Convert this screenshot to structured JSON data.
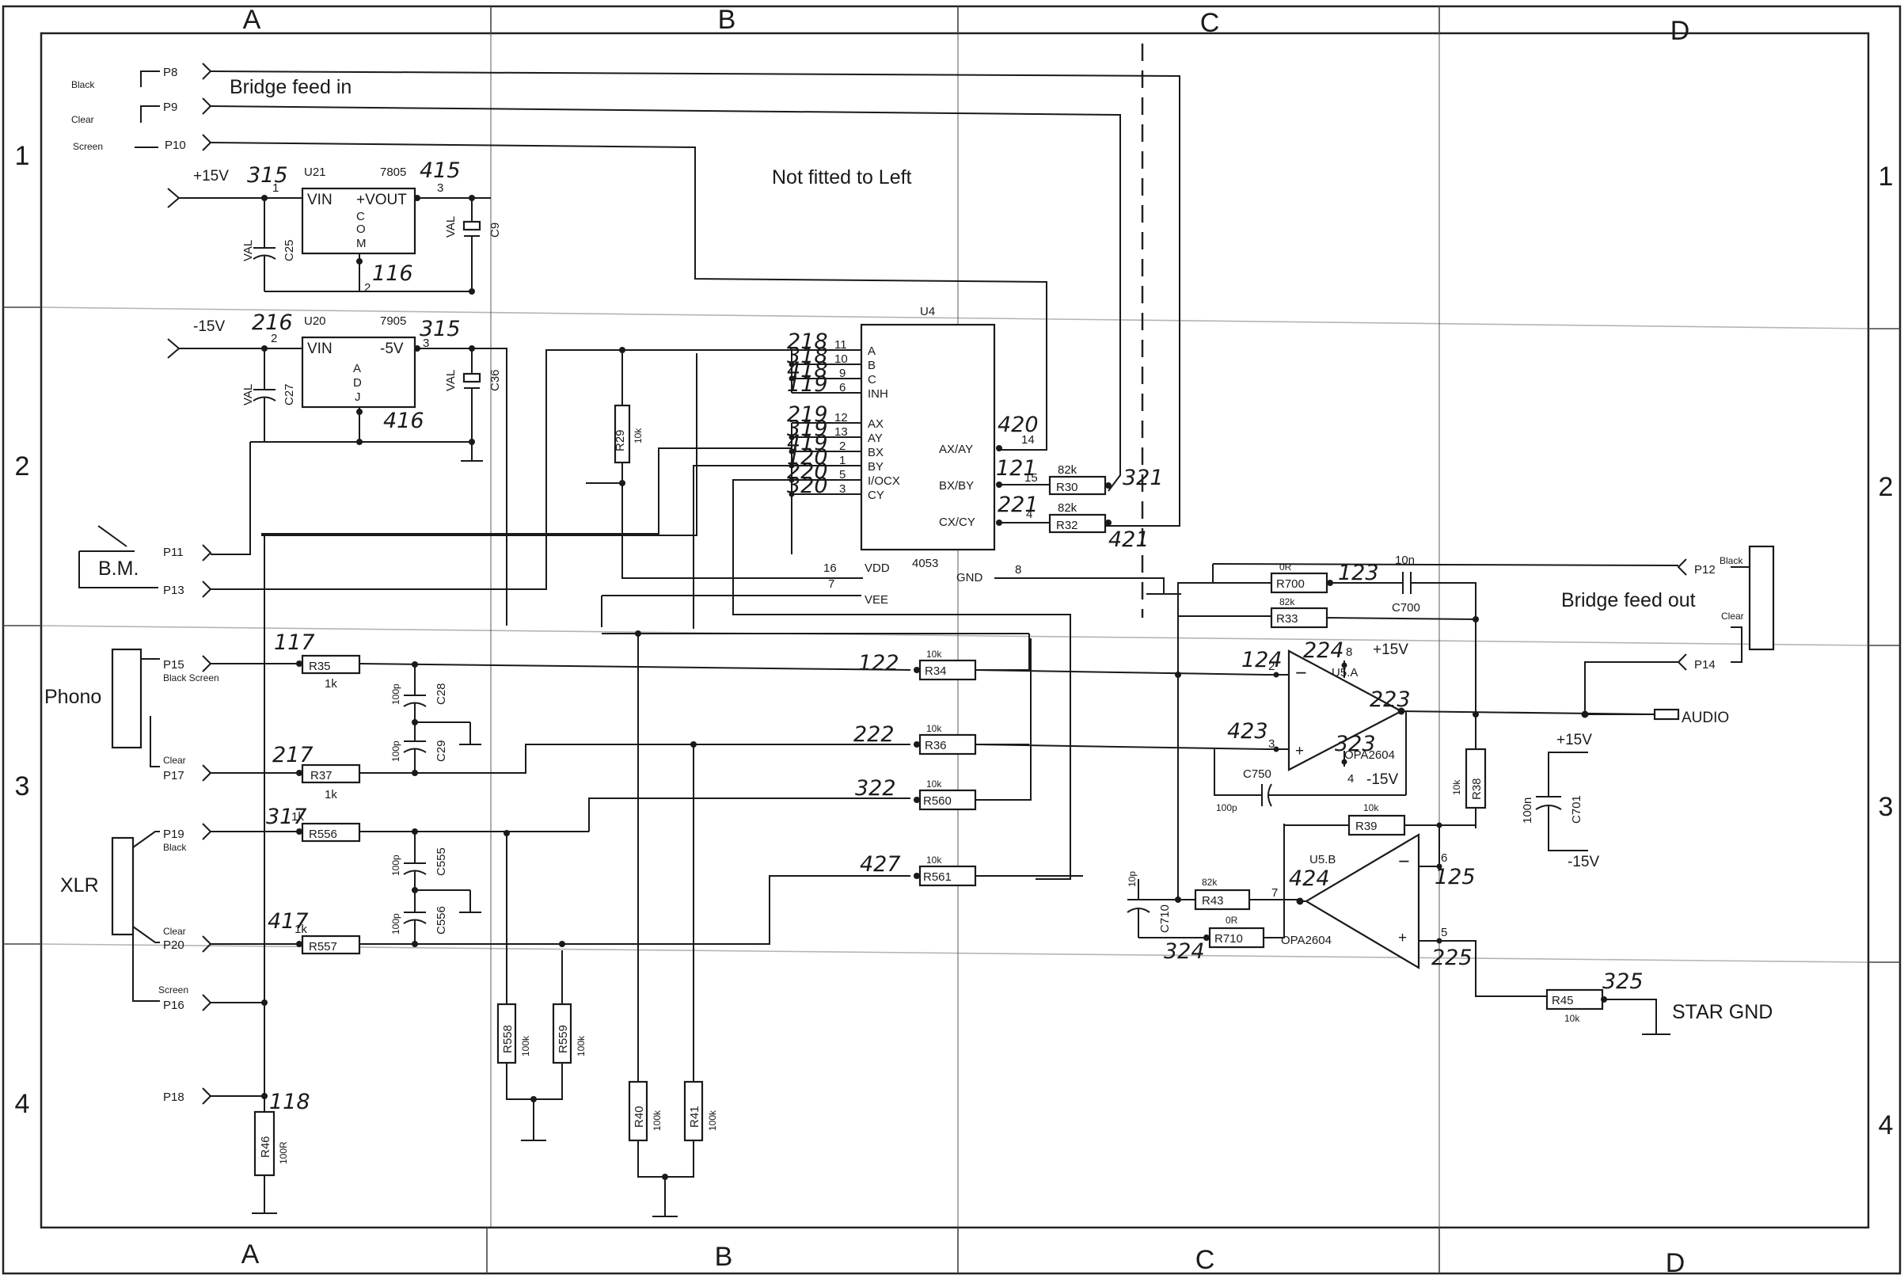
{
  "zones": {
    "columns": [
      "A",
      "B",
      "C",
      "D"
    ],
    "rows": [
      "1",
      "2",
      "3",
      "4"
    ]
  },
  "labels": {
    "bridge_feed_in": "Bridge feed in",
    "bridge_feed_out": "Bridge feed out",
    "not_fitted": "Not fitted to Left",
    "phono": "Phono",
    "xlr": "XLR",
    "bm": "B.M.",
    "audio": "AUDIO",
    "star_gnd": "STAR GND"
  },
  "connectors": {
    "p8": "P8",
    "p9": "P9",
    "p10": "P10",
    "p11": "P11",
    "p12": "P12",
    "p13": "P13",
    "p14": "P14",
    "p15": "P15",
    "p16": "P16",
    "p17": "P17",
    "p18": "P18",
    "p19": "P19",
    "p20": "P20",
    "black": "Black",
    "clear": "Clear",
    "screen": "Screen",
    "black_screen": "Black Screen"
  },
  "supply": {
    "plus15": "+15V",
    "minus15": "-15V",
    "minus5": "-5V",
    "plus15_op": "+15V",
    "minus15_op": "-15V",
    "rail_plus15": "+15V",
    "rail_minus15": "-15V"
  },
  "regulators": {
    "u21": "U21",
    "u21_part": "7805",
    "u21_vin": "VIN",
    "u21_vout": "+VOUT",
    "u21_com": "C O M",
    "u20": "U20",
    "u20_part": "7905",
    "u20_vin": "VIN",
    "u20_adj": "A D J"
  },
  "mux": {
    "ref": "U4",
    "part": "4053",
    "pins_left": [
      "A",
      "B",
      "C",
      "INH",
      "AX",
      "AY",
      "BX",
      "BY",
      "I/OCX",
      "CY"
    ],
    "pins_right": [
      "AX/AY",
      "BX/BY",
      "CX/CY"
    ],
    "vdd": "VDD",
    "vee": "VEE",
    "gnd": "GND",
    "nums_left": [
      "11",
      "10",
      "9",
      "6",
      "12",
      "13",
      "2",
      "1",
      "5",
      "3"
    ],
    "nums_right": [
      "14",
      "15",
      "4"
    ],
    "num_vdd": "16",
    "num_vee": "7",
    "num_gnd": "8"
  },
  "opamps": {
    "u5a": "U5.A",
    "u5a_part": "OPA2604",
    "u5b": "U5.B",
    "u5b_part": "OPA2604",
    "pin8": "8",
    "pin4": "4",
    "pin2": "2",
    "pin3": "3",
    "pin5": "5",
    "pin6": "6",
    "pin7": "7",
    "minus": "−",
    "plus": "+"
  },
  "resistors": {
    "r35": "R35",
    "r35v": "1k",
    "r37": "R37",
    "r37v": "1k",
    "r556": "R556",
    "r556v": "1k",
    "r557": "R557",
    "r557v": "1k",
    "r34": "R34",
    "r34v": "10k",
    "r36": "R36",
    "r36v": "10k",
    "r560": "R560",
    "r560v": "10k",
    "r561": "R561",
    "r561v": "10k",
    "r29": "R29",
    "r29v": "10k",
    "r30": "R30",
    "r30v": "82k",
    "r32": "R32",
    "r32v": "82k",
    "r700": "R700",
    "r700v": "0R",
    "r33": "R33",
    "r33v": "82k",
    "r38": "R38",
    "r38v": "10k",
    "r39": "R39",
    "r39v": "10k",
    "r43": "R43",
    "r43v": "82k",
    "r710": "R710",
    "r710v": "0R",
    "r45": "R45",
    "r45v": "10k",
    "r46": "R46",
    "r46v": "100R",
    "r558": "R558",
    "r558v": "100k",
    "r559": "R559",
    "r559v": "100k",
    "r40": "R40",
    "r40v": "100k",
    "r41": "R41",
    "r41v": "100k"
  },
  "capacitors": {
    "c25": "C25",
    "c9": "C9",
    "c27": "C27",
    "c36": "C36",
    "val": "VAL",
    "c28": "C28",
    "c29": "C29",
    "c555": "C555",
    "c556": "C556",
    "c100p": "100p",
    "c700": "C700",
    "c700v": "10n",
    "c750": "C750",
    "c750v": "100p",
    "c710": "C710",
    "c710v": "10p",
    "c701": "C701",
    "c701v": "100n"
  },
  "handwritten": {
    "n315a": "315",
    "n415": "415",
    "n116": "116",
    "n216": "216",
    "n315b": "315",
    "n416": "416",
    "n218": "218",
    "n318": "318",
    "n418": "418",
    "n119": "119",
    "n219": "219",
    "n319": "319",
    "n419": "419",
    "n120": "120",
    "n220": "220",
    "n320": "320",
    "n420": "420",
    "n121": "121",
    "n221": "221",
    "n321": "321",
    "n421": "421",
    "n117": "117",
    "n217": "217",
    "n317": "317",
    "n417": "417",
    "n118": "118",
    "n122": "122",
    "n222": "222",
    "n322": "322",
    "n427": "427",
    "n123": "123",
    "n124": "124",
    "n224": "224",
    "n423": "423",
    "n223": "223",
    "n323": "323",
    "n424": "424",
    "n324": "324",
    "n125": "125",
    "n225": "225",
    "n325": "325"
  }
}
